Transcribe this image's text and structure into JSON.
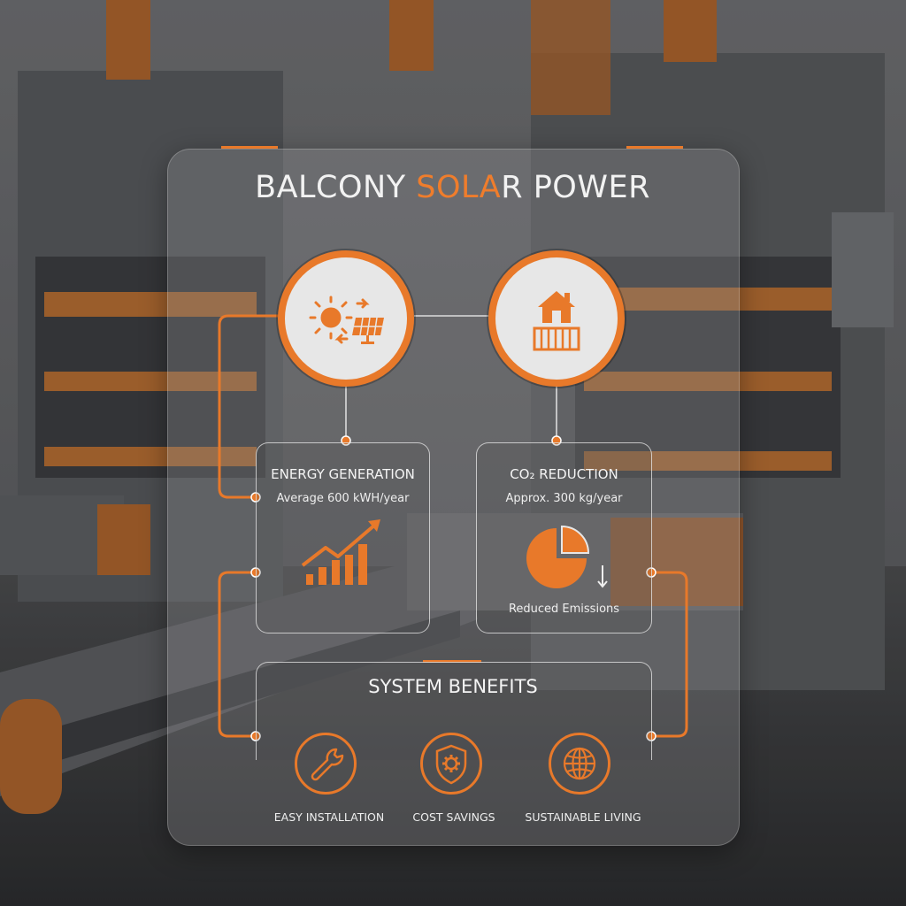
{
  "title": {
    "part1": "BALCONY ",
    "highlight": "SOLA",
    "part2": "R POWER"
  },
  "colors": {
    "accent": "#e8792a",
    "panel": "#96969a",
    "text": "#f2f2f2"
  },
  "nodes": {
    "generation_icon": {
      "icon": "sun-solar-panel-icon"
    },
    "home_icon": {
      "icon": "house-battery-icon"
    }
  },
  "energy_box": {
    "title": "ENERGY GENERATION",
    "subtitle": "Average 600 kWH/year",
    "icon": "rising-bar-chart-icon"
  },
  "co2_box": {
    "title": "CO₂ REDUCTION",
    "subtitle": "Approx. 300 kg/year",
    "icon_label": "Reduced Emissions",
    "icon": "pie-chart-down-icon"
  },
  "benefits": {
    "title": "SYSTEM BENEFITS",
    "items": [
      {
        "label": "EASY INSTALLATION",
        "icon": "wrench-icon"
      },
      {
        "label": "COST SAVINGS",
        "icon": "shield-gear-icon"
      },
      {
        "label": "SUSTAINABLE LIVING",
        "icon": "globe-icon"
      }
    ]
  }
}
